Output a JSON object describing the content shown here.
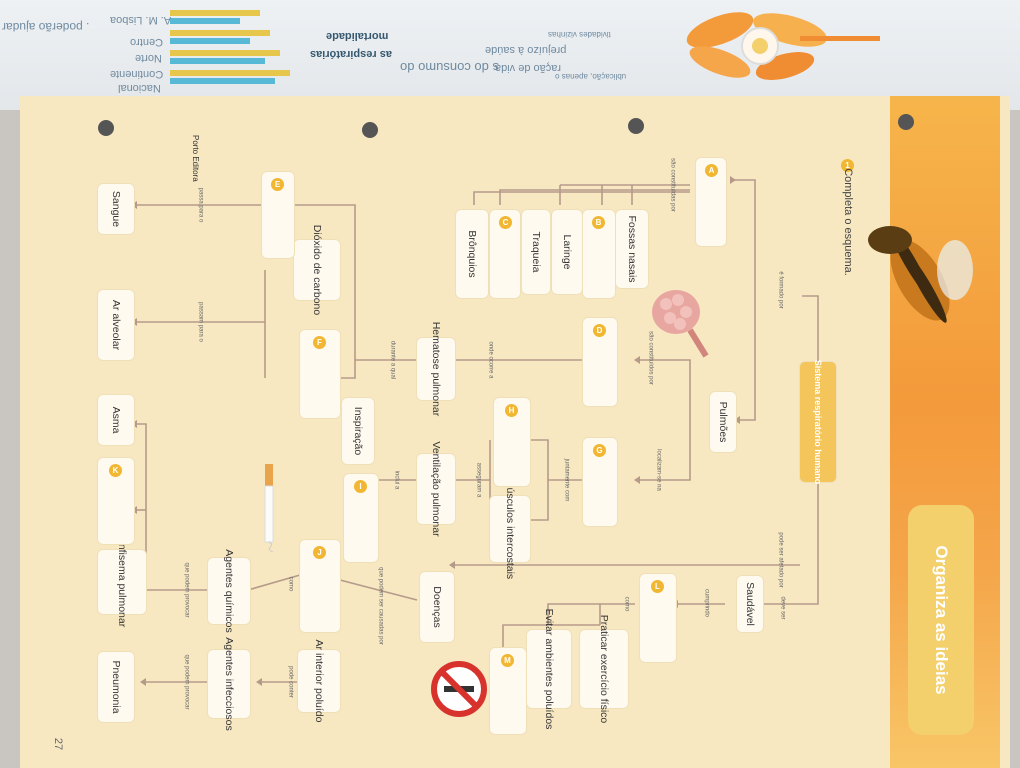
{
  "previous_page": {
    "texts": [
      "A. M. Lisboa",
      "Centro",
      "Norte",
      "Continente",
      "Nacional",
      "mortalidade",
      "as respiratórias",
      "s do consumo do",
      "prejuízo à saúde",
      "ração de vida",
      "tividades vizinhas",
      "ublicação, apenas o",
      ". poderão ajudar"
    ]
  },
  "header": {
    "title": "Organiza as ideias"
  },
  "publisher": "Porto Editora",
  "page_number": "27",
  "exercise": {
    "number": "1",
    "instruction": "Completa o esquema."
  },
  "scheme": {
    "root": "Sistema respiratório humano",
    "nodes": {
      "pulmoes": "Pulmões",
      "saudavel": "Saudável",
      "doencas": "Doenças",
      "fossas_nasais": "Fossas nasais",
      "laringe": "Laringe",
      "traqueia": "Traqueia",
      "bronquiolos": "Brônquios",
      "hematose": "Hematose pulmonar",
      "ventilacao": "Ventilação pulmonar",
      "musculos": "Músculos intercostais",
      "inspiracao": "Inspiração",
      "dioxido": "Dióxido de carbono",
      "sangue": "Sangue",
      "ar_alveolar": "Ar alveolar",
      "asma": "Asma",
      "enfisema": "Enfisema pulmonar",
      "agentes_quimicos": "Agentes químicos",
      "ar_interior": "Ar interior poluído",
      "agentes_infecciosos": "Agentes infecciosos",
      "pneumonia": "Pneumonia",
      "praticar": "Praticar exercício físico",
      "evitar": "Evitar ambientes poluídos"
    },
    "connectors": {
      "e_formado_por": "é formado por",
      "pode_ser_afetado_por": "pode ser afetado por",
      "deve_ser": "deve ser",
      "cumprindo": "cumprindo",
      "como": "como",
      "sao_constituidas_por": "são constituídas por",
      "sao_constituidos_por": "são constituídos por",
      "localizam_se_na": "localizam-se na",
      "onde_ocorre_a": "onde ocorre a",
      "durante_a_qual": "durante a qual",
      "juntamente_com": "juntamente com",
      "asseguram_a": "asseguram a",
      "inclui_a": "inclui a",
      "passa_para_o": "passa para o",
      "passam_para_o": "passam para o",
      "que_podem_ser_causadas_por": "que podem ser causadas por",
      "como2": "como",
      "pode_conter": "pode conter",
      "que_podem_provocar": "que podem provocar",
      "que_podem_provocar2": "que podem provocar"
    },
    "badges": [
      "A",
      "B",
      "C",
      "D",
      "E",
      "F",
      "G",
      "H",
      "I",
      "J",
      "K",
      "L",
      "M"
    ]
  }
}
